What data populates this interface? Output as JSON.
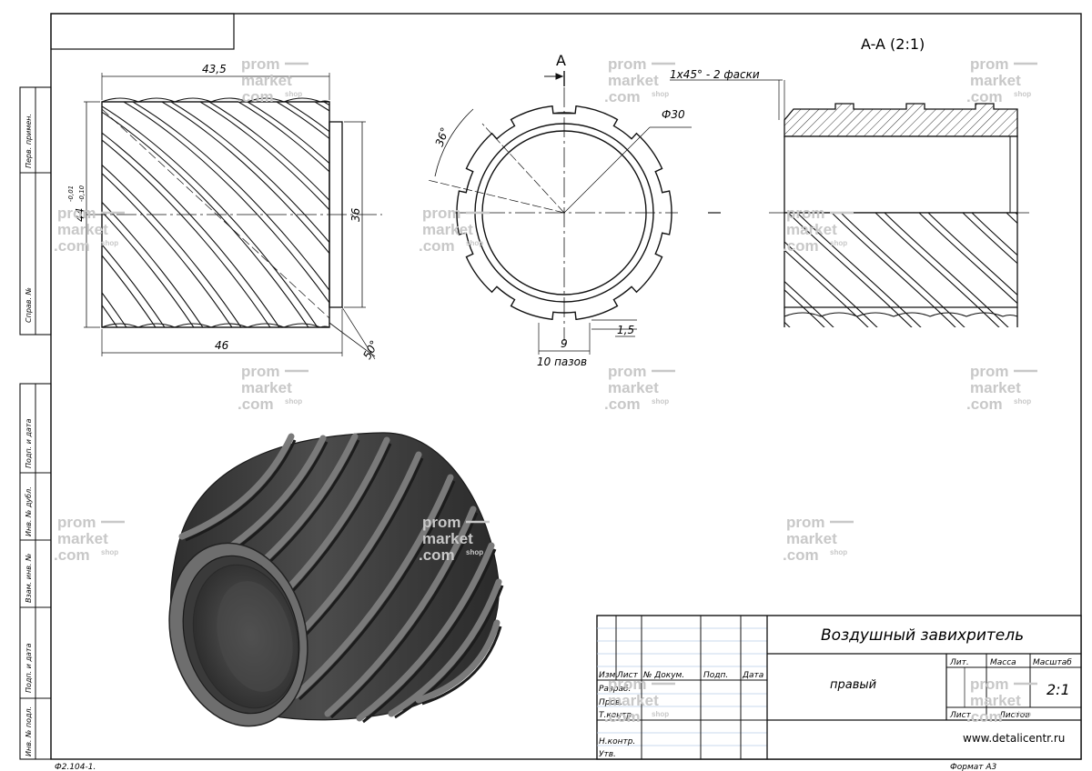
{
  "drawing": {
    "section_marker": "A",
    "section_title": "A-A (2:1)",
    "title": "Воздушный завихритель",
    "variant": "правый",
    "scale": "2:1",
    "website": "www.detalicentr.ru",
    "format": "Формат  А3",
    "doc_code": "Ф2.104-1."
  },
  "dimensions": {
    "len_outer": "43,5",
    "len_total": "46",
    "dia_outer": "44",
    "tol_upper": "-0,01",
    "tol_lower": "-0,10",
    "dia_inner_36": "36",
    "dia_30": "Ф30",
    "angle_36": "36°",
    "angle_50": "50°",
    "chamfer": "1х45° - 2 фаски",
    "slot_width": "9",
    "slot_depth": "1,5",
    "slots": "10 пазов"
  },
  "side_labels": {
    "perv_primen": "Перв. примен.",
    "sprav_no": "Справ. №",
    "podp_data_1": "Подп. и дата",
    "inv_dubl": "Инв. № дубл.",
    "vzam_inv": "Взам. инв. №",
    "podp_data_2": "Подп. и дата",
    "inv_podl": "Инв. № подл."
  },
  "title_block": {
    "izm": "Изм.",
    "list": "Лист",
    "n_dokum": "№ Докум.",
    "podp": "Подп.",
    "data": "Дата",
    "razrab": "Разраб.",
    "prov": "Пров.",
    "t_kontr": "Т.контр.",
    "n_kontr": "Н.контр.",
    "utv": "Утв.",
    "lit": "Лит.",
    "massa": "Масса",
    "masshtab": "Масштаб",
    "list2": "Лист",
    "listov": "Листов"
  },
  "watermark": {
    "line1": "prom",
    "line2": "market",
    "line3": ".com",
    "shop": "shop"
  },
  "colors": {
    "line": "#111111",
    "hatch": "#333333",
    "render_dark": "#3a3a3a",
    "render_mid": "#555555",
    "render_light": "#7a7a7a",
    "watermark": "#c8c8c8",
    "grid_blue": "#b9cde6"
  }
}
